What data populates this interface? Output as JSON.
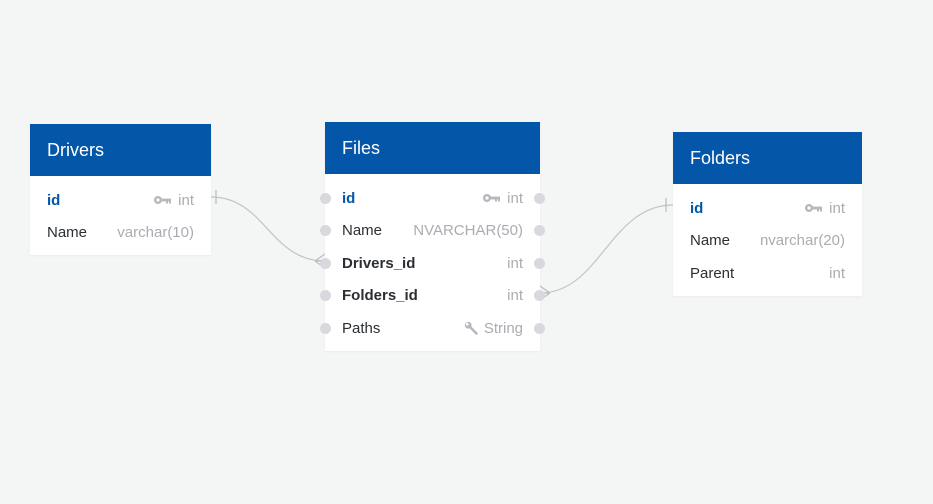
{
  "tables": {
    "drivers": {
      "title": "Drivers",
      "columns": [
        {
          "name": "id",
          "type": "int",
          "key": "pk"
        },
        {
          "name": "Name",
          "type": "varchar(10)"
        }
      ]
    },
    "files": {
      "title": "Files",
      "columns": [
        {
          "name": "id",
          "type": "int",
          "key": "pk"
        },
        {
          "name": "Name",
          "type": "NVARCHAR(50)"
        },
        {
          "name": "Drivers_id",
          "type": "int",
          "key": "fk"
        },
        {
          "name": "Folders_id",
          "type": "int",
          "key": "fk"
        },
        {
          "name": "Paths",
          "type": "String",
          "icon": "wrench-icon"
        }
      ]
    },
    "folders": {
      "title": "Folders",
      "columns": [
        {
          "name": "id",
          "type": "int",
          "key": "pk"
        },
        {
          "name": "Name",
          "type": "nvarchar(20)"
        },
        {
          "name": "Parent",
          "type": "int"
        }
      ]
    }
  },
  "relationships": [
    {
      "from": "Drivers.id",
      "to": "Files.Drivers_id",
      "from_end": "one",
      "to_end": "many"
    },
    {
      "from": "Folders.id",
      "to": "Files.Folders_id",
      "from_end": "one",
      "to_end": "many"
    }
  ],
  "colors": {
    "header": "#0456a8",
    "pk_text": "#0456a8",
    "type_text": "#a9adb1",
    "link_line": "#c2c4c7",
    "background": "#f4f5f5"
  }
}
